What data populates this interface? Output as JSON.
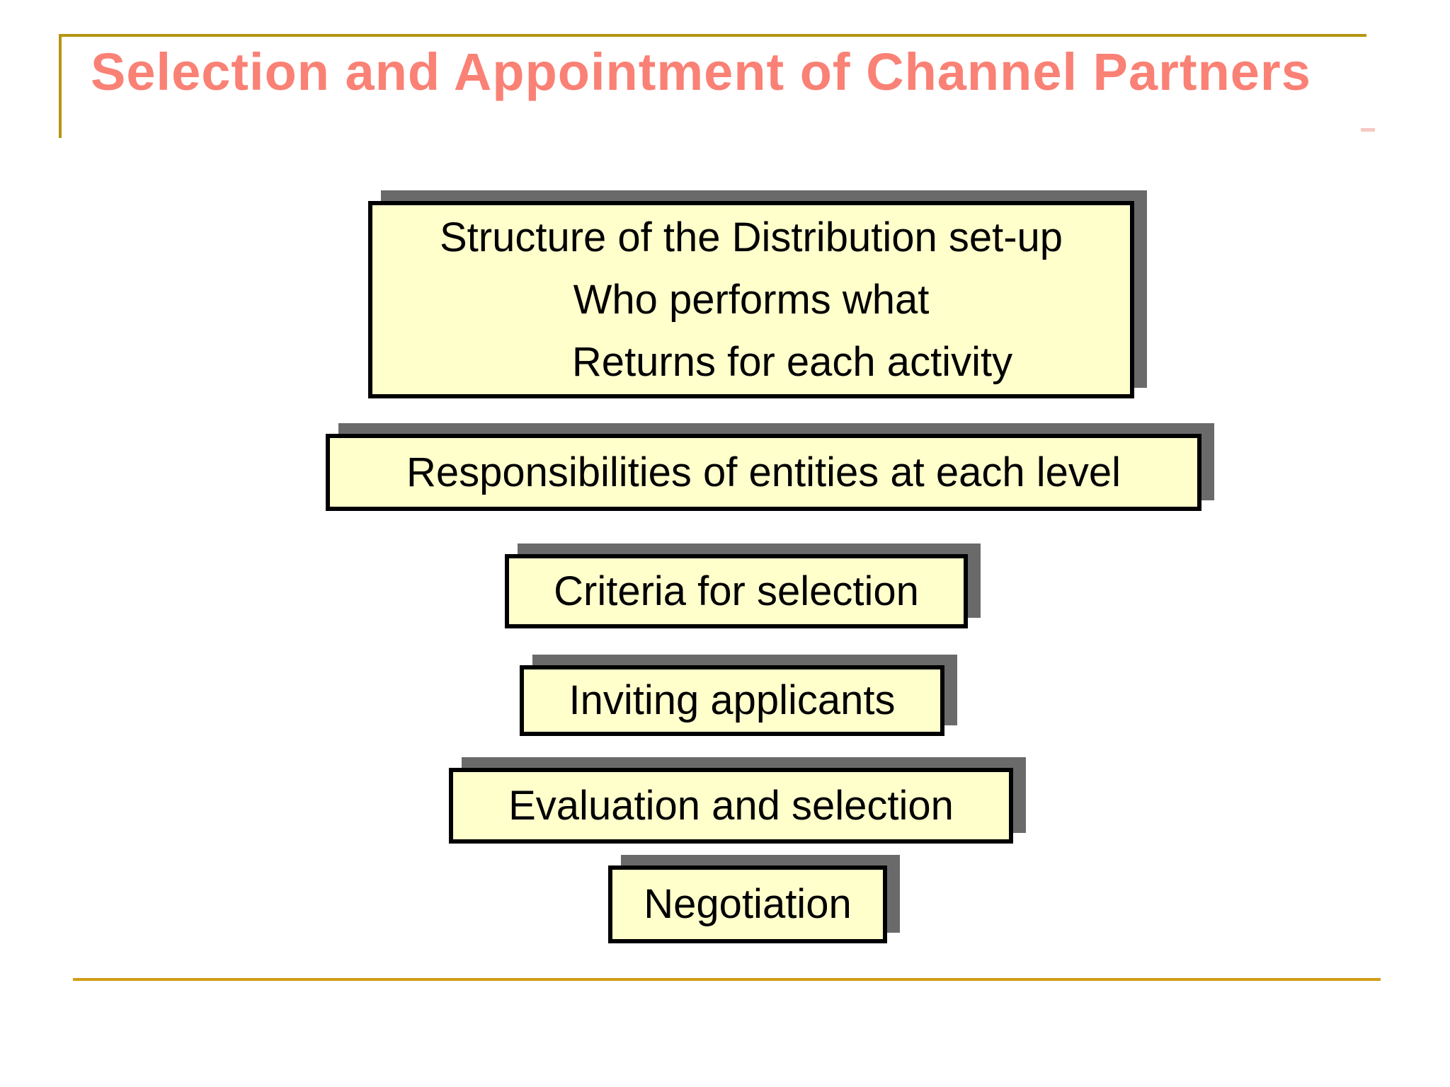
{
  "slide_title": "Selection and Appointment of Channel Partners",
  "theme": {
    "background": "#FFFFFF",
    "title_color": "#FA8175",
    "rule_gold_top": "#B6950F",
    "rule_gold_bottom": "#D29D16",
    "box_fill": "#FFFFCC",
    "box_border": "#000000",
    "box_shadow": "#6A6A6A",
    "text_color": "#000000"
  },
  "flow_boxes": [
    {
      "name": "structure",
      "lines": [
        "Structure of the Distribution set-up",
        "Who performs what",
        "Returns for each activity"
      ]
    },
    {
      "name": "responsibilities",
      "lines": [
        "Responsibilities of entities at each level"
      ]
    },
    {
      "name": "criteria",
      "lines": [
        "Criteria for selection"
      ]
    },
    {
      "name": "inviting",
      "lines": [
        "Inviting applicants"
      ]
    },
    {
      "name": "evaluation",
      "lines": [
        "Evaluation and selection"
      ]
    },
    {
      "name": "negotiation",
      "lines": [
        "Negotiation"
      ]
    }
  ]
}
